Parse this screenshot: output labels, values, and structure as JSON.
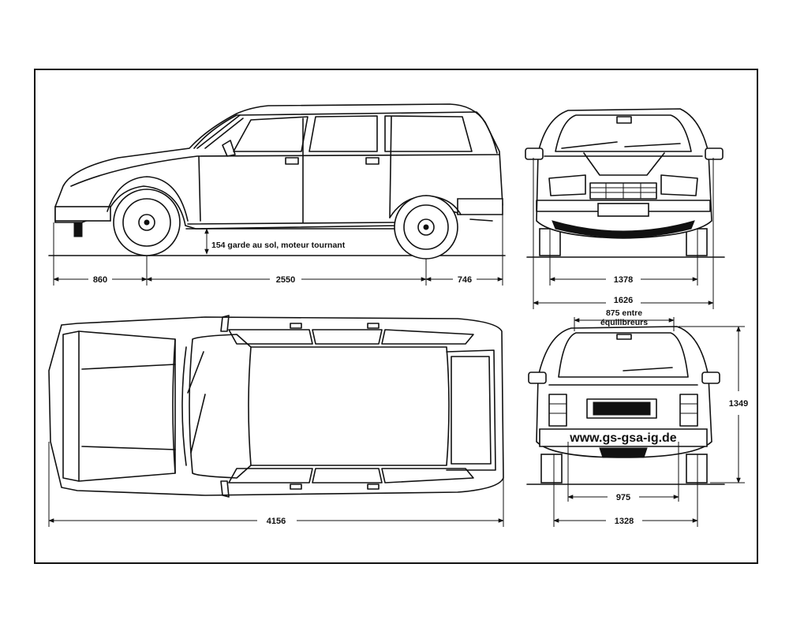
{
  "drawing": {
    "side_view": {
      "ground_clearance_note": "154 garde au sol, moteur tournant",
      "front_overhang": "860",
      "wheelbase": "2550",
      "rear_overhang": "746"
    },
    "front_view": {
      "front_track": "1378",
      "overall_width": "1626"
    },
    "top_view": {
      "overall_length": "4156"
    },
    "rear_view": {
      "between_mounts_value": "875 entre",
      "between_mounts_label": "équilibreurs",
      "height": "1349",
      "rear_opening": "975",
      "rear_track": "1328",
      "watermark": "www.gs-gsa-ig.de"
    }
  }
}
